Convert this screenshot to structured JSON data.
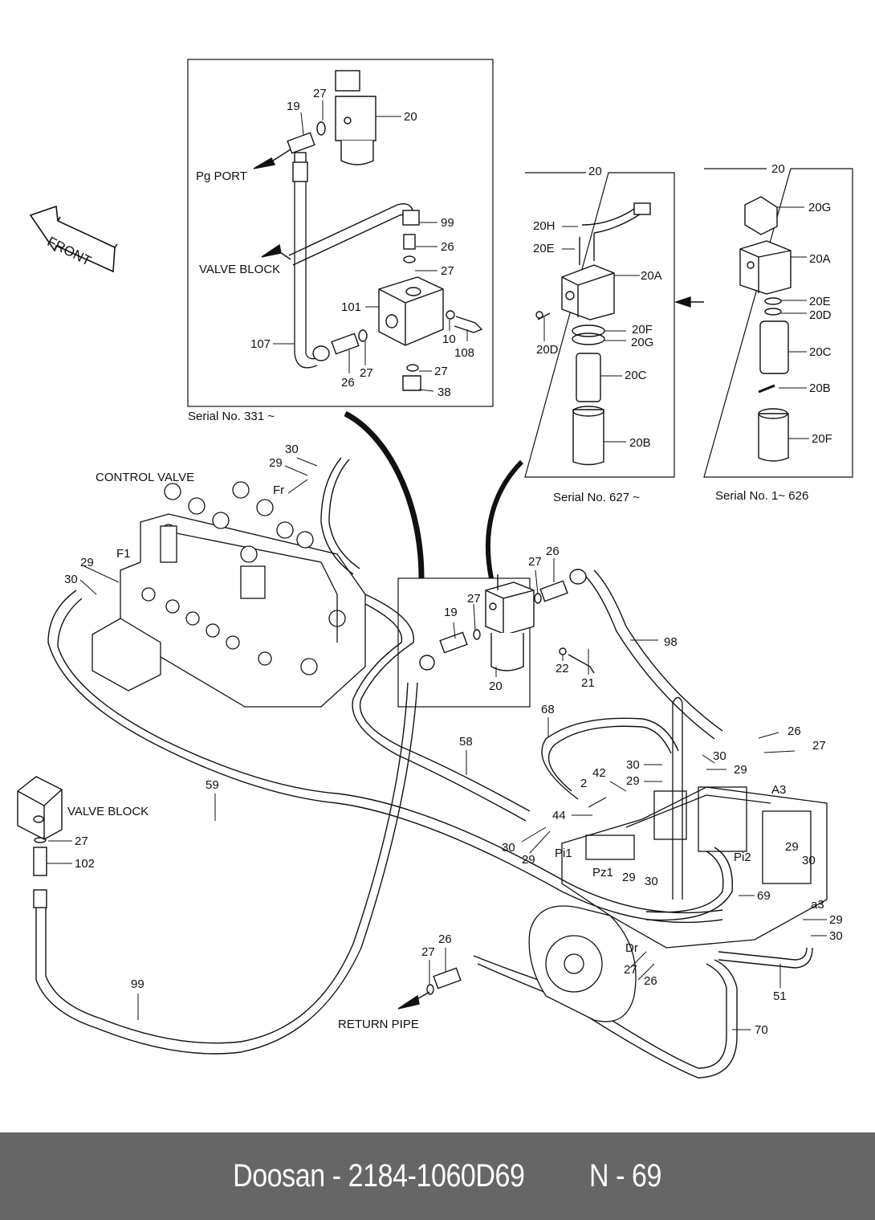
{
  "footer": {
    "brand_part": "Doosan - 2184-1060D69",
    "page_ref": "N - 69"
  },
  "front_arrow": {
    "label": "FRONT"
  },
  "inset_top": {
    "serial": "Serial No. 331 ~",
    "notes": {
      "pg_port": "Pg PORT",
      "valve_block": "VALVE BLOCK"
    },
    "callouts": [
      "19",
      "27",
      "20",
      "99",
      "26",
      "27",
      "101",
      "10",
      "108",
      "107",
      "26",
      "27",
      "27",
      "38"
    ]
  },
  "inset_627": {
    "title": "20",
    "serial": "Serial No. 627 ~",
    "callouts": [
      "20H",
      "20E",
      "20A",
      "20D",
      "20F",
      "20G",
      "20C",
      "20B"
    ]
  },
  "inset_626": {
    "title": "20",
    "serial": "Serial No. 1~ 626",
    "callouts": [
      "20G",
      "20A",
      "20E",
      "20D",
      "20C",
      "20B",
      "20F"
    ]
  },
  "main": {
    "notes": {
      "control_valve": "CONTROL VALVE",
      "valve_block": "VALVE BLOCK",
      "return_pipe": "RETURN PIPE"
    },
    "ports": [
      "Fr",
      "F1",
      "Pi1",
      "Pz1",
      "Pi2",
      "A3",
      "a3",
      "Dr"
    ],
    "callouts": {
      "cv_top": [
        "30",
        "29"
      ],
      "cv_left": [
        "29",
        "30"
      ],
      "center_box": [
        "27",
        "19",
        "20",
        "22",
        "21"
      ],
      "upper_right": [
        "27",
        "26",
        "98"
      ],
      "hoses": [
        "59",
        "58",
        "68",
        "99",
        "70",
        "51",
        "69"
      ],
      "tee": [
        "42",
        "2",
        "44",
        "30",
        "29"
      ],
      "pump_left": [
        "30",
        "29"
      ],
      "pump_right": [
        "26",
        "27",
        "30",
        "29",
        "29",
        "30",
        "29",
        "30",
        "29",
        "30"
      ],
      "drain": [
        "27",
        "26"
      ],
      "return": [
        "26",
        "27"
      ],
      "valve_block": [
        "27",
        "102"
      ]
    }
  }
}
